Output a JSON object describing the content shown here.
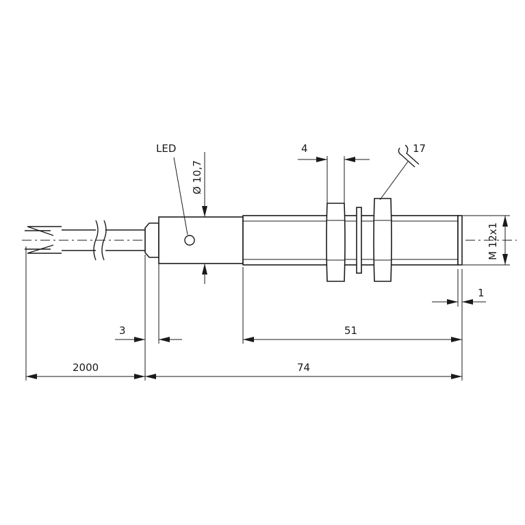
{
  "labels": {
    "led": "LED",
    "diameter": "Ø 10,7",
    "nut_width": "4",
    "wrench": "17",
    "thread": "M 12x1",
    "offset_front": "1",
    "cable_length": "2000",
    "collar": "3",
    "thread_length": "51",
    "total_length": "74"
  },
  "colors": {
    "line": "#1a1a1a",
    "background": "#ffffff"
  }
}
